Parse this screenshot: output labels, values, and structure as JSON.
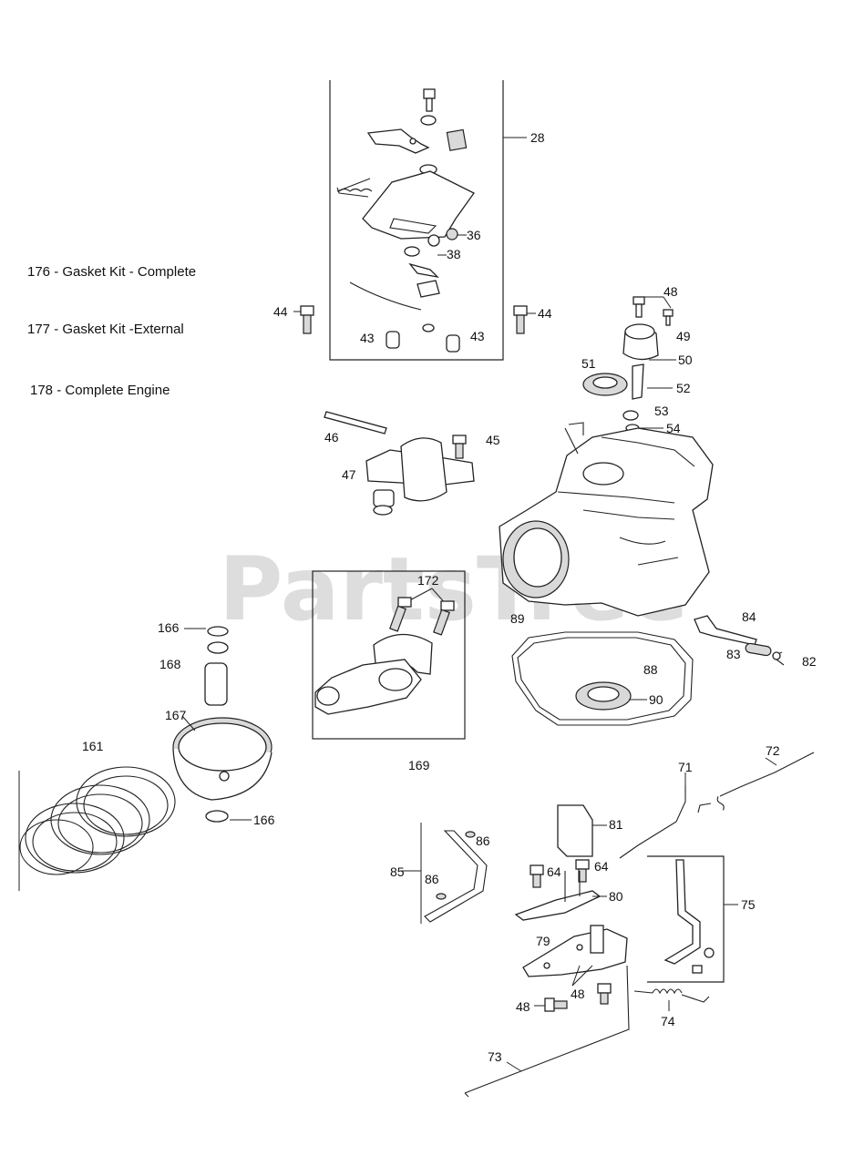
{
  "watermark": "PartsTree",
  "kits": [
    {
      "text": "176 - Gasket Kit - Complete"
    },
    {
      "text": "177 - Gasket Kit -External"
    },
    {
      "text": "178 - Complete Engine"
    }
  ],
  "callouts": {
    "c28": "28",
    "c36": "36",
    "c38": "38",
    "c44a": "44",
    "c44b": "44",
    "c43a": "43",
    "c43b": "43",
    "c48a": "48",
    "c49": "49",
    "c50": "50",
    "c51": "51",
    "c52": "52",
    "c53": "53",
    "c54": "54",
    "c46": "46",
    "c45": "45",
    "c47": "47",
    "c89": "89",
    "c172": "172",
    "c169": "169",
    "c166a": "166",
    "c168": "168",
    "c167": "167",
    "c166b": "166",
    "c161": "161",
    "c84": "84",
    "c83": "83",
    "c82": "82",
    "c88": "88",
    "c90": "90",
    "c72": "72",
    "c71": "71",
    "c81": "81",
    "c86a": "86",
    "c85": "85",
    "c86b": "86",
    "c64a": "64",
    "c64b": "64",
    "c80": "80",
    "c75": "75",
    "c79": "79",
    "c48b": "48",
    "c48c": "48",
    "c74": "74",
    "c73": "73"
  }
}
